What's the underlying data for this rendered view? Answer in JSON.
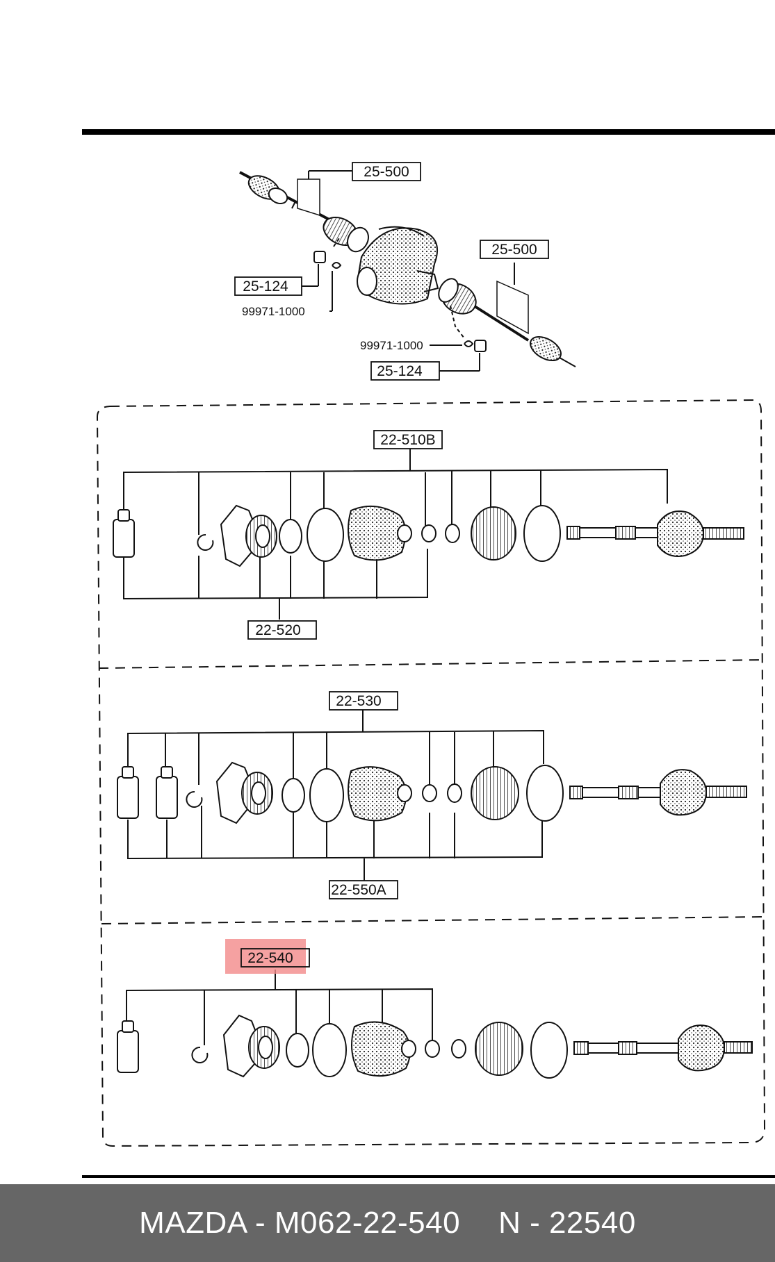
{
  "labels": {
    "top_shaft_upper": "25-500",
    "top_shaft_lower": "25-500",
    "top_nut_left": "25-124",
    "top_clip_left": "99971-1000",
    "top_clip_right": "99971-1000",
    "top_nut_right": "25-124",
    "kit_a_main": "22-510B",
    "kit_a_sub": "22-520",
    "kit_b_main": "22-530",
    "kit_b_sub": "22-550A",
    "kit_c_main": "22-540"
  },
  "highlight": {
    "color": "#f28a8a",
    "target": "22-540"
  },
  "footer": {
    "part_line": "MAZDA - M062-22-540",
    "alt_number": "N - 22540"
  }
}
